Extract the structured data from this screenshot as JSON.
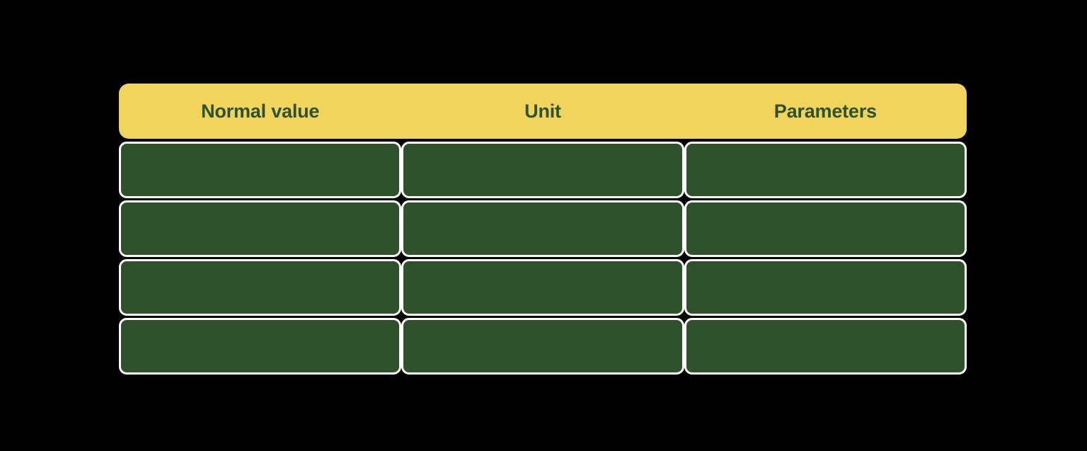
{
  "table": {
    "columns": [
      {
        "label": "Normal value"
      },
      {
        "label": "Unit"
      },
      {
        "label": "Parameters"
      }
    ],
    "rows": [
      {
        "cells": [
          "",
          "",
          ""
        ]
      },
      {
        "cells": [
          "",
          "",
          ""
        ]
      },
      {
        "cells": [
          "",
          "",
          ""
        ]
      },
      {
        "cells": [
          "",
          "",
          ""
        ]
      }
    ],
    "colors": {
      "header_background": "#F0D45C",
      "header_text": "#2F512C",
      "cell_background": "#2F512C",
      "cell_border": "#FFFFFF",
      "page_background": "#000000"
    }
  }
}
